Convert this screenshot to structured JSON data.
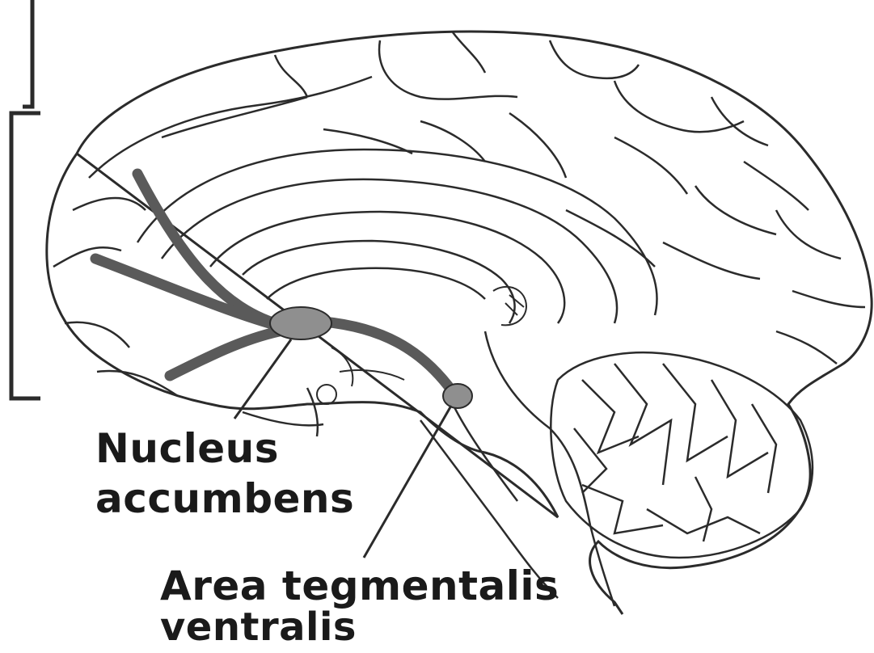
{
  "labels": {
    "nucleus_accumbens_line1": "Nucleus",
    "nucleus_accumbens_line2": "accumbens",
    "vta_line1": "Area tegmentalis",
    "vta_line2": "ventralis"
  },
  "colors": {
    "outline": "#2b2b2b",
    "pathway": "#5a5a5a",
    "nucleus_fill": "#8f8f8f",
    "text": "#1a1a1a",
    "background": "#ffffff"
  }
}
